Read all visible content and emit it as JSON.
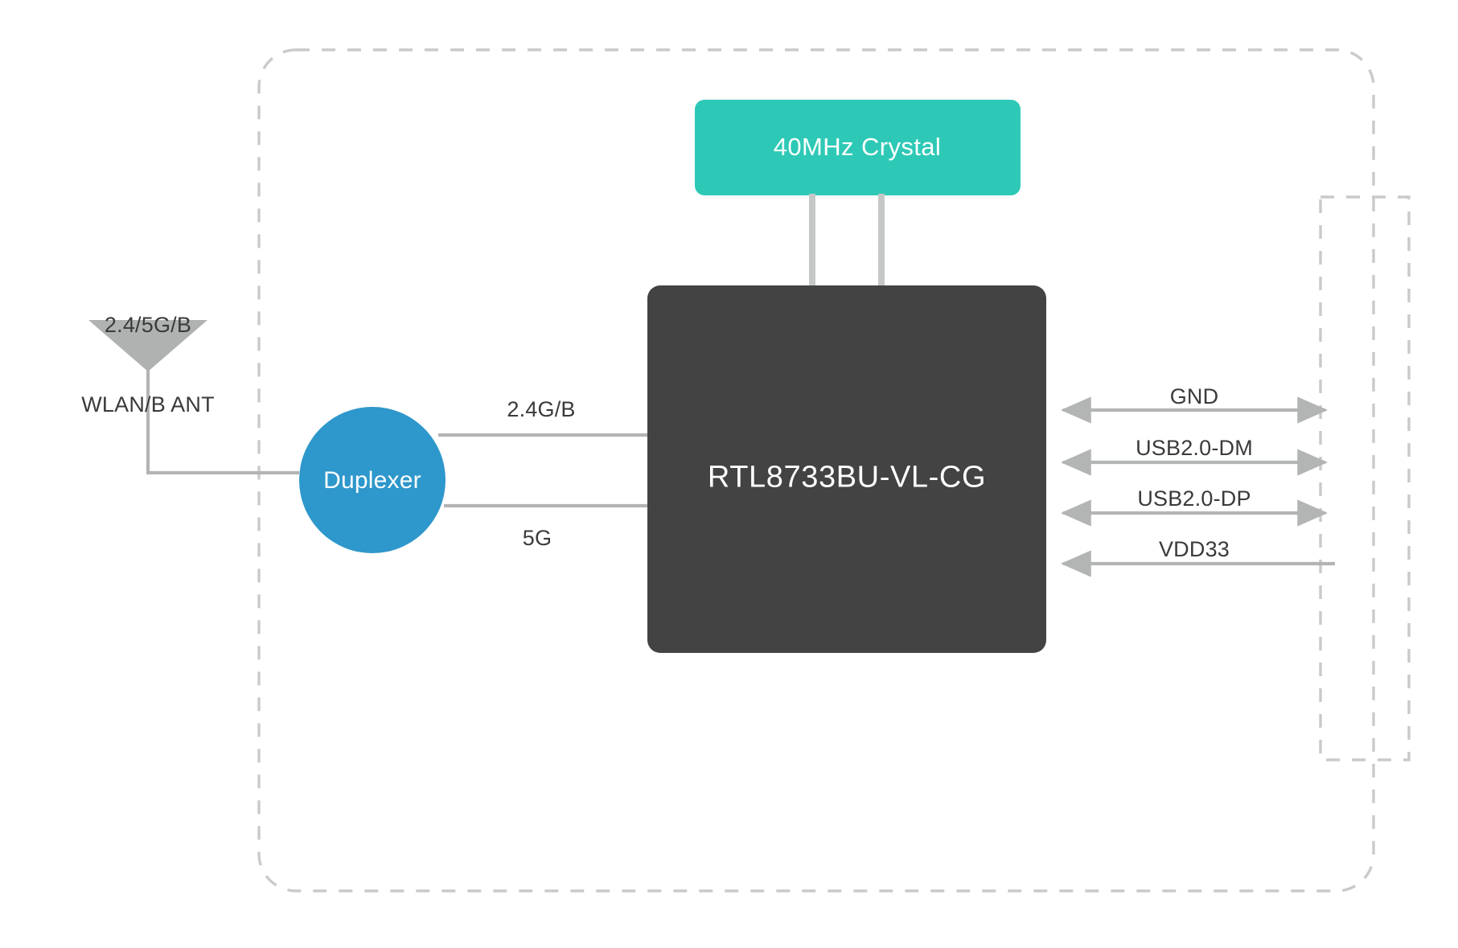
{
  "diagram": {
    "title": "RTL8733BU-VL-CG WLAN module block diagram",
    "colors": {
      "background": "#ffffff",
      "module_border": "#c9cbcb",
      "wire": "#b3b5b5",
      "crystal_fill": "#2ec9b6",
      "chip_fill": "#434343",
      "duplexer_fill": "#2e97cb",
      "antenna_fill": "#b0b2b2",
      "text_dark": "#3a3a3a",
      "text_light": "#ffffff"
    },
    "module_boundary": {
      "name": "module-outline",
      "style": "dashed-rounded-rect"
    },
    "host_boundary": {
      "name": "host-connector-outline",
      "style": "dashed-rect"
    }
  },
  "antenna": {
    "name": "wlan-antenna",
    "label_line1": "2.4/5G/B",
    "label_line2": "WLAN/B ANT"
  },
  "duplexer": {
    "name": "duplexer",
    "label": "Duplexer"
  },
  "crystal": {
    "name": "crystal",
    "label": "40MHz Crystal"
  },
  "chip": {
    "name": "soc",
    "label": "RTL8733BU-VL-CG"
  },
  "rf_links": [
    {
      "name": "rf-link-24g",
      "label": "2.4G/B",
      "arrow": "none"
    },
    {
      "name": "rf-link-5g",
      "label": "5G",
      "arrow": "none"
    }
  ],
  "host_signals": [
    {
      "name": "signal-gnd",
      "label": "GND",
      "arrow": "both"
    },
    {
      "name": "signal-usb-dm",
      "label": "USB2.0-DM",
      "arrow": "both"
    },
    {
      "name": "signal-usb-dp",
      "label": "USB2.0-DP",
      "arrow": "both"
    },
    {
      "name": "signal-vdd33",
      "label": "VDD33",
      "arrow": "left"
    }
  ]
}
